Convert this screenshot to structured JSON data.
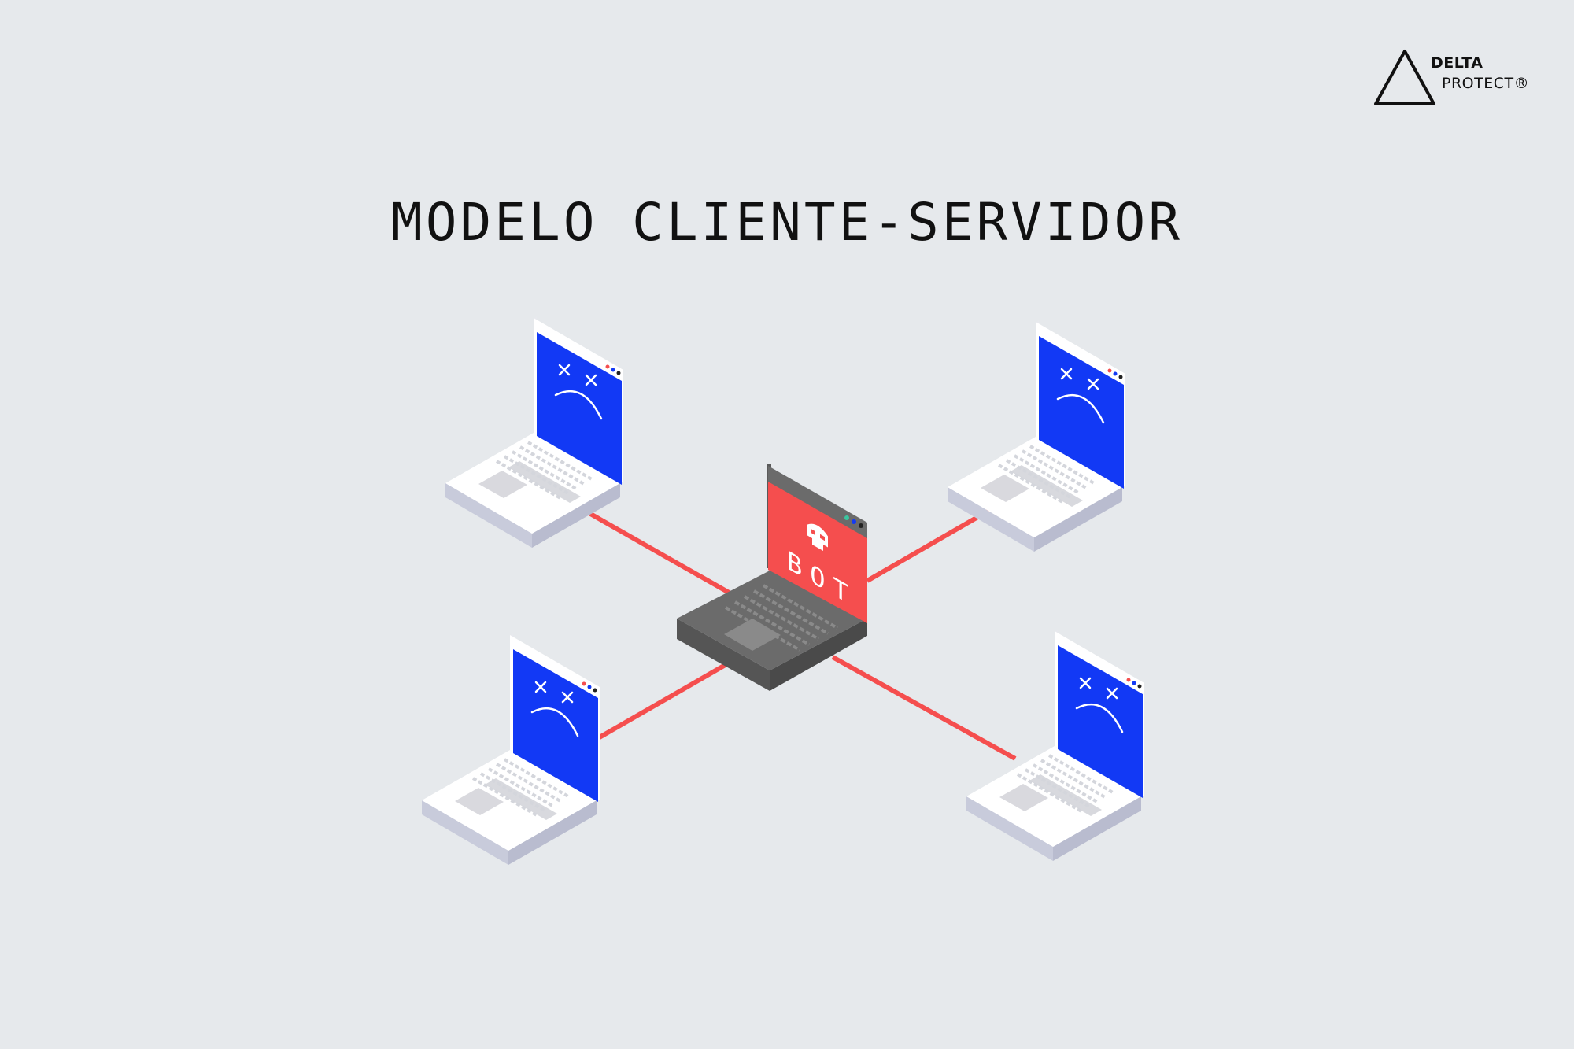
{
  "title": "MODELO CLIENTE-SERVIDOR",
  "logo": {
    "line1": "DELTA",
    "line2": "PROTECT®"
  },
  "server": {
    "screen_text": "BOT",
    "icon": "skull-icon"
  },
  "clients": [
    {
      "id": "top-left",
      "screen_icon": "sad-face-icon"
    },
    {
      "id": "top-right",
      "screen_icon": "sad-face-icon"
    },
    {
      "id": "bottom-left",
      "screen_icon": "sad-face-icon"
    },
    {
      "id": "bottom-right",
      "screen_icon": "sad-face-icon"
    }
  ],
  "colors": {
    "background": "#e6e9ec",
    "connection": "#f54e4e",
    "client_screen": "#1239f5",
    "server_screen": "#f54e4e",
    "server_body": "#6b6b6b"
  }
}
